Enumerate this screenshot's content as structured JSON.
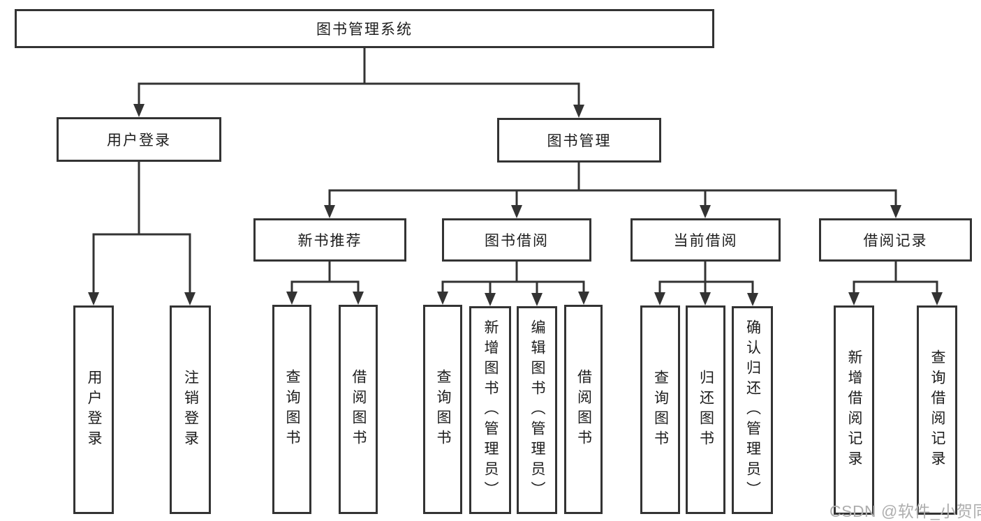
{
  "colors": {
    "background": "#ffffff",
    "line": "#333333",
    "node_border": "#333333",
    "node_text": "#1c1c1c",
    "watermark": "#aeaeae"
  },
  "watermark": {
    "text": "CSDN @软件_小贺同学"
  },
  "tree": {
    "label": "图书管理系统",
    "children": [
      {
        "label": "用户登录",
        "children": [
          {
            "label": "用户登录"
          },
          {
            "label": "注销登录"
          }
        ]
      },
      {
        "label": "图书管理",
        "children": [
          {
            "label": "新书推荐",
            "children": [
              {
                "label": "查询图书"
              },
              {
                "label": "借阅图书"
              }
            ]
          },
          {
            "label": "图书借阅",
            "children": [
              {
                "label": "查询图书"
              },
              {
                "label": "新增图书（管理员）"
              },
              {
                "label": "编辑图书（管理员）"
              },
              {
                "label": "借阅图书"
              }
            ]
          },
          {
            "label": "当前借阅",
            "children": [
              {
                "label": "查询图书"
              },
              {
                "label": "归还图书"
              },
              {
                "label": "确认归还（管理员）"
              }
            ]
          },
          {
            "label": "借阅记录",
            "children": [
              {
                "label": "新增借阅记录"
              },
              {
                "label": "查询借阅记录"
              }
            ]
          }
        ]
      }
    ]
  }
}
